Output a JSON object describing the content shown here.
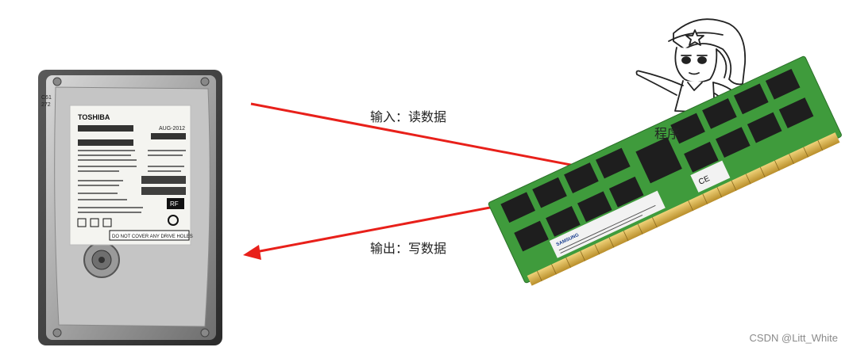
{
  "labels": {
    "input": "输入：读数据",
    "output": "输出：写数据",
    "program": "程序"
  },
  "watermark": "CSDN @Litt_White",
  "hdd": {
    "brand": "TOSHIBA",
    "date_label": "AUG-2012",
    "warning": "DO NOT COVER ANY DRIVE HOLES"
  },
  "ram": {
    "brand": "SAMSUNG"
  },
  "colors": {
    "arrow": "#e8201a",
    "pcb": "#3f9b3c",
    "chip": "#1e1e1e",
    "gold": "#d9b44a"
  },
  "icons": [
    "hard-drive-icon",
    "ram-module-icon",
    "cartoon-girl-icon",
    "arrow-right-icon",
    "arrow-left-icon"
  ]
}
